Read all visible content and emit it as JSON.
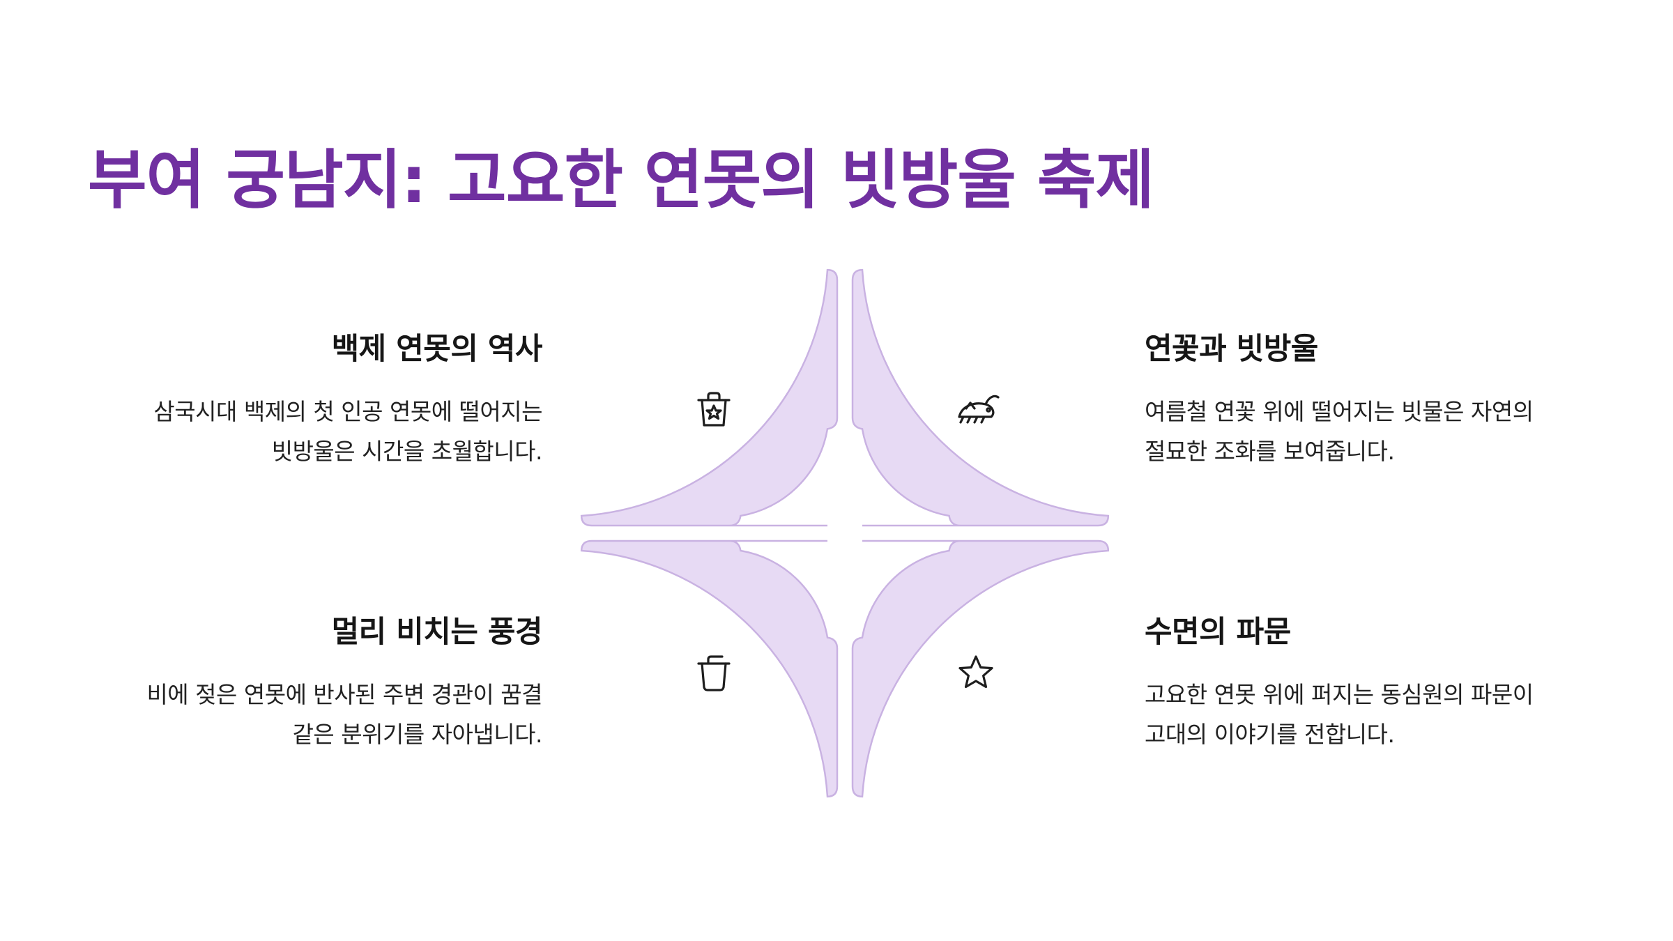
{
  "title": "부여 궁남지: 고요한 연못의 빗방울 축제",
  "colors": {
    "title": "#7030A0",
    "segment_fill": "#E7DAF4",
    "segment_stroke": "#C9B2E2",
    "icon_stroke": "#1E1E1E",
    "text": "#161616"
  },
  "sections": {
    "top_left": {
      "heading": "백제 연못의 역사",
      "lines": [
        "삼국시대 백제의 첫 인공 연못에 떨어지는",
        "빗방울은 시간을 초월합니다."
      ],
      "icon": "trash-can-star-icon"
    },
    "top_right": {
      "heading": "연꽃과 빗방울",
      "lines": [
        "여름철 연꽃 위에 떨어지는 빗물은 자연의",
        "절묘한 조화를 보여줍니다."
      ],
      "icon": "cricket-icon"
    },
    "bottom_left": {
      "heading": "멀리 비치는 풍경",
      "lines": [
        "비에 젖은 연못에 반사된 주변 경관이 꿈결",
        "같은 분위기를 자아냅니다."
      ],
      "icon": "cup-icon"
    },
    "bottom_right": {
      "heading": "수면의 파문",
      "lines": [
        "고요한 연못 위에 퍼지는 동심원의 파문이",
        "고대의 이야기를 전합니다."
      ],
      "icon": "star-icon"
    }
  }
}
